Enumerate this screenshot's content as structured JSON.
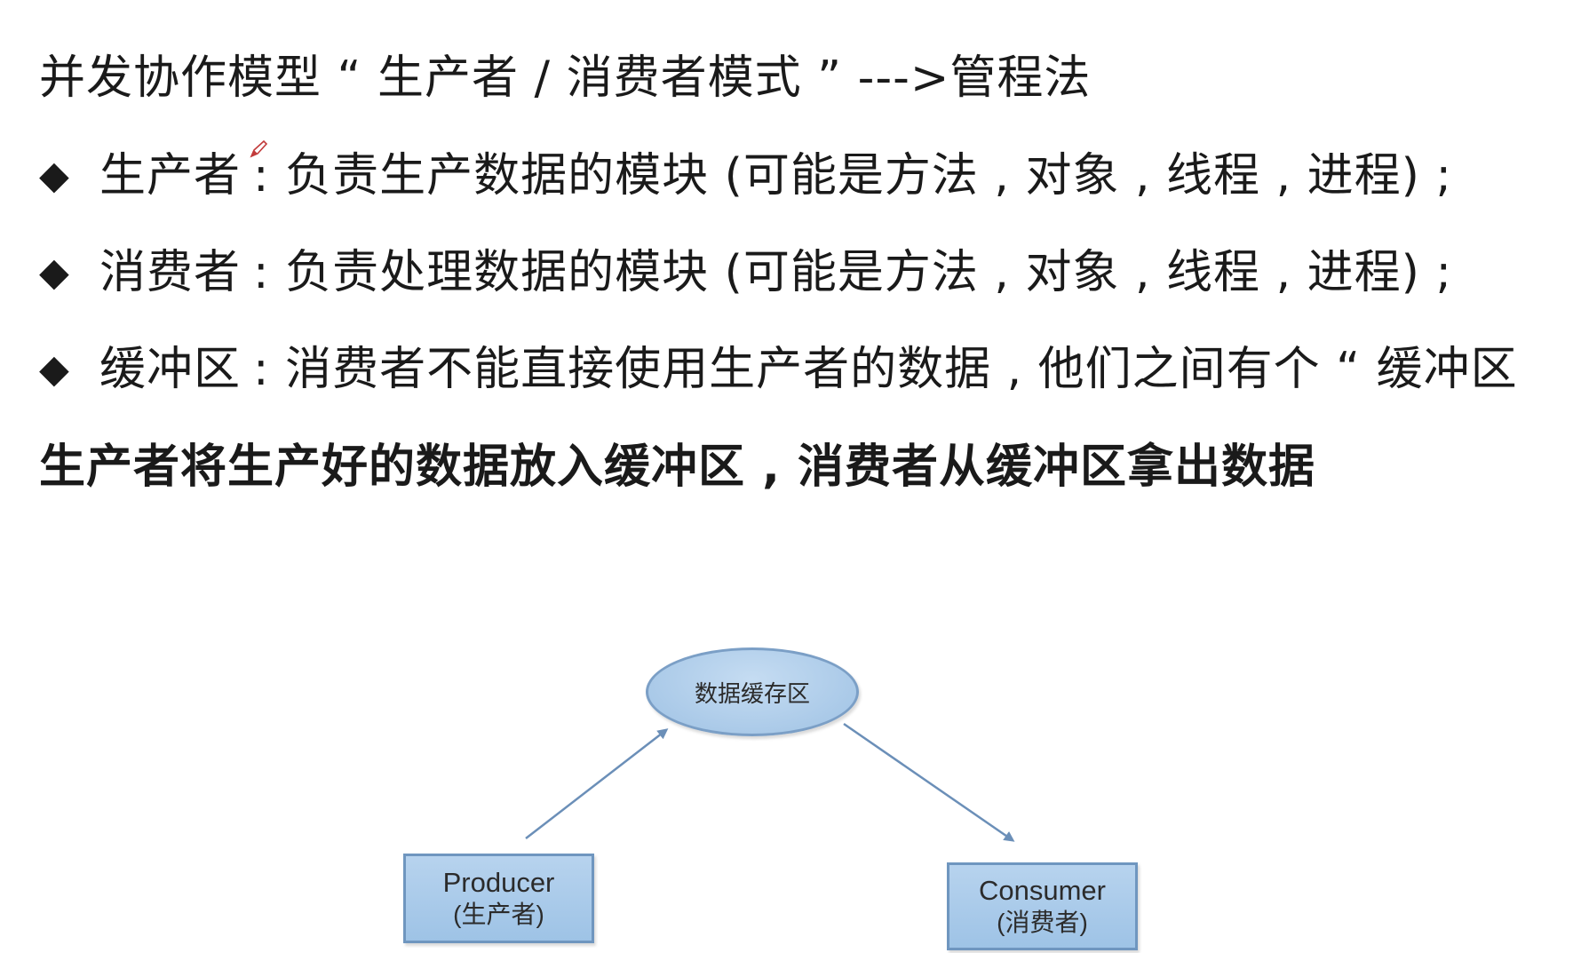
{
  "title": "并发协作模型 “ 生产者 / 消费者模式 ” --->管程法",
  "bullets": [
    {
      "term": "生产者",
      "text": ": 负责生产数据的模块 (可能是方法 , 对象 , 线程 , 进程) ;"
    },
    {
      "term": "消费者",
      "text": ": 负责处理数据的模块 (可能是方法 , 对象 , 线程 , 进程) ;"
    },
    {
      "term": "缓冲区",
      "text": ": 消费者不能直接使用生产者的数据 , 他们之间有个 “ 缓冲区"
    }
  ],
  "bullet_symbol": "◆",
  "summary": "生产者将生产好的数据放入缓冲区 , 消费者从缓冲区拿出数据",
  "diagram": {
    "buffer_label": "数据缓存区",
    "producer": {
      "label_en": "Producer",
      "label_cn": "(生产者)"
    },
    "consumer": {
      "label_en": "Consumer",
      "label_cn": "(消费者)"
    },
    "colors": {
      "node_fill": "#a8cbea",
      "node_border": "#6f96bf",
      "arrow": "#6b8fb8"
    }
  }
}
